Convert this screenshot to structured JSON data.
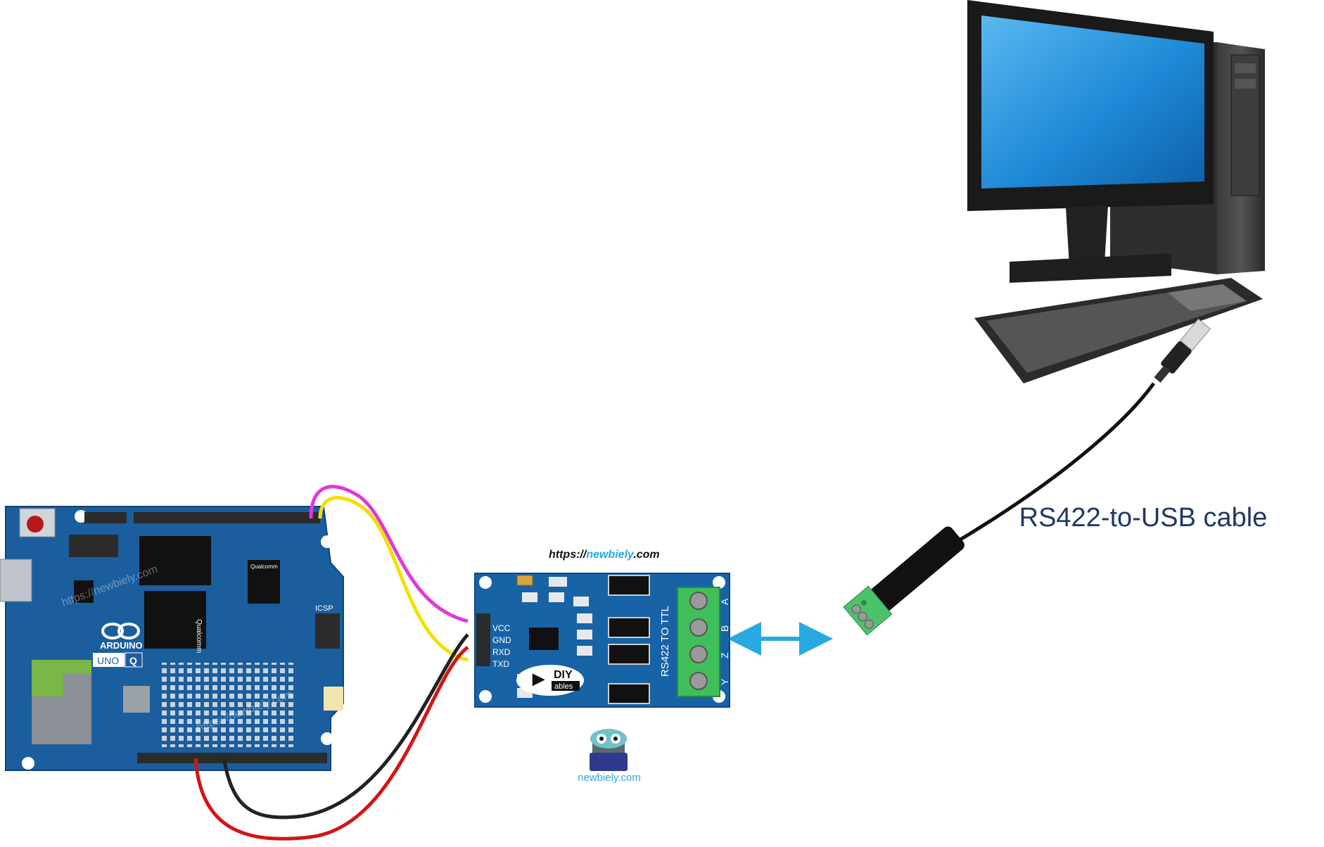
{
  "labels": {
    "cable": "RS422-to-USB cable",
    "website_url_prefix": "https://",
    "website_url_domain": "newbiely",
    "website_url_suffix": ".com",
    "logo_text": "newbiely.com",
    "watermark": "https://newbiely.com"
  },
  "arduino": {
    "brand": "ARDUINO",
    "model": "UNO",
    "model_badge": "Q",
    "chip_brand": "Qualcomm",
    "icsp": "ICSP"
  },
  "module": {
    "pins": [
      "VCC",
      "GND",
      "RXD",
      "TXD"
    ],
    "terminals": [
      "A",
      "B",
      "Z",
      "Y"
    ],
    "title": "RS422 TO TTL",
    "brand_top": "DIY",
    "brand_bottom": "ables"
  },
  "colors": {
    "board_blue": "#1b5e9e",
    "module_blue": "#1763a6",
    "terminal_green": "#3fbf5a",
    "wire_magenta": "#e03ad8",
    "wire_yellow": "#f2e000",
    "wire_black": "#222222",
    "wire_red": "#d41414",
    "arrow": "#2aa8e0",
    "label_text": "#1f3864"
  }
}
